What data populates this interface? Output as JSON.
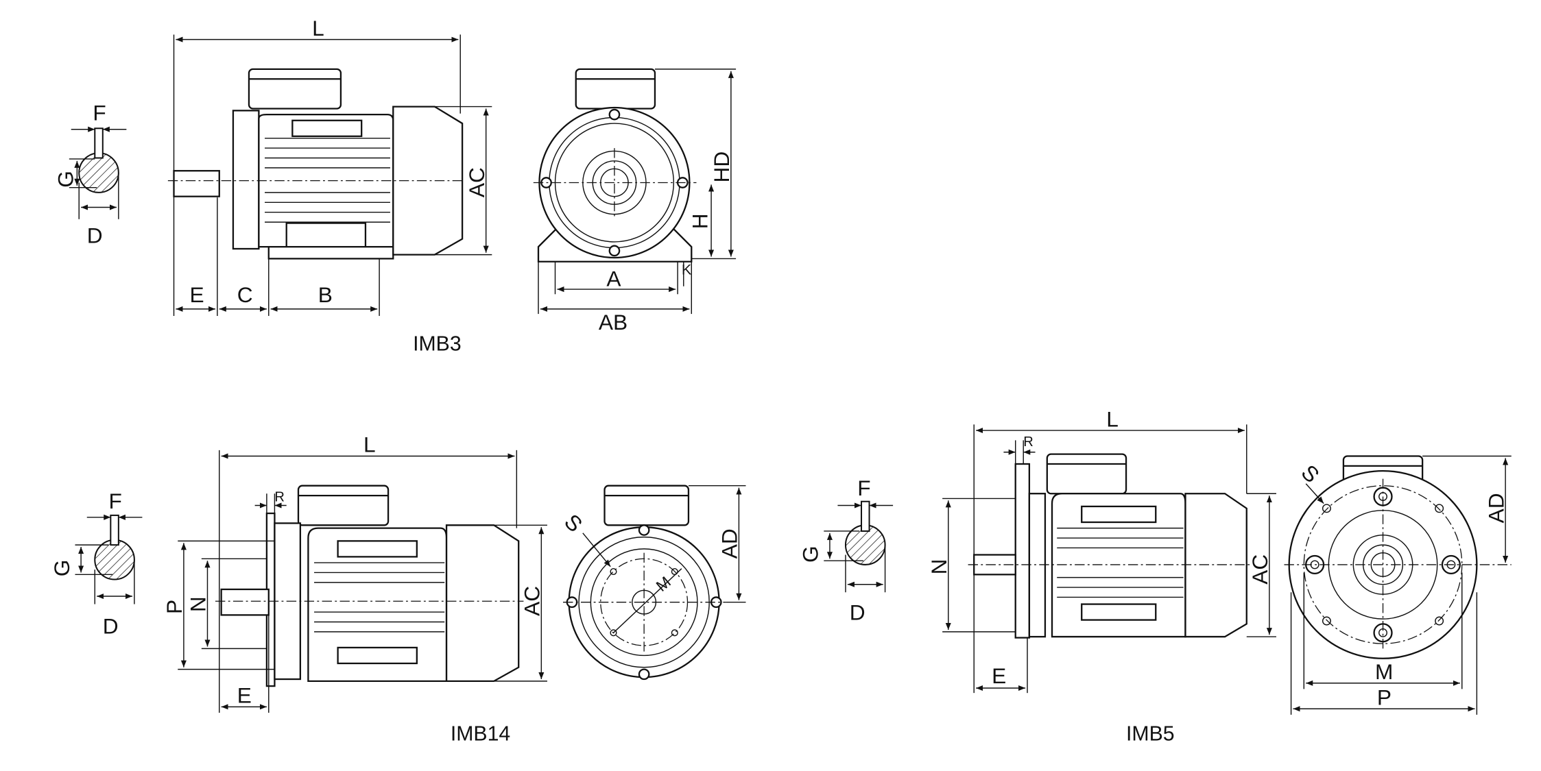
{
  "views": {
    "imb3": {
      "caption": "IMB3",
      "section": {
        "F": "F",
        "G": "G",
        "D": "D"
      },
      "side": {
        "L": "L",
        "AC": "AC",
        "E": "E",
        "C": "C",
        "B": "B"
      },
      "front": {
        "HD": "HD",
        "H": "H",
        "A": "A",
        "AB": "AB",
        "K": "K"
      }
    },
    "imb14": {
      "caption": "IMB14",
      "section": {
        "F": "F",
        "G": "G",
        "D": "D"
      },
      "side": {
        "L": "L",
        "AC": "AC",
        "E": "E",
        "P": "P",
        "N": "N",
        "R": "R"
      },
      "front": {
        "AD": "AD",
        "S": "S",
        "M": "M"
      }
    },
    "imb5": {
      "caption": "IMB5",
      "section": {
        "F": "F",
        "G": "G",
        "D": "D"
      },
      "side": {
        "L": "L",
        "AC": "AC",
        "E": "E",
        "N": "N",
        "R": "R"
      },
      "front": {
        "AD": "AD",
        "S": "S",
        "M": "M",
        "P": "P"
      }
    }
  }
}
